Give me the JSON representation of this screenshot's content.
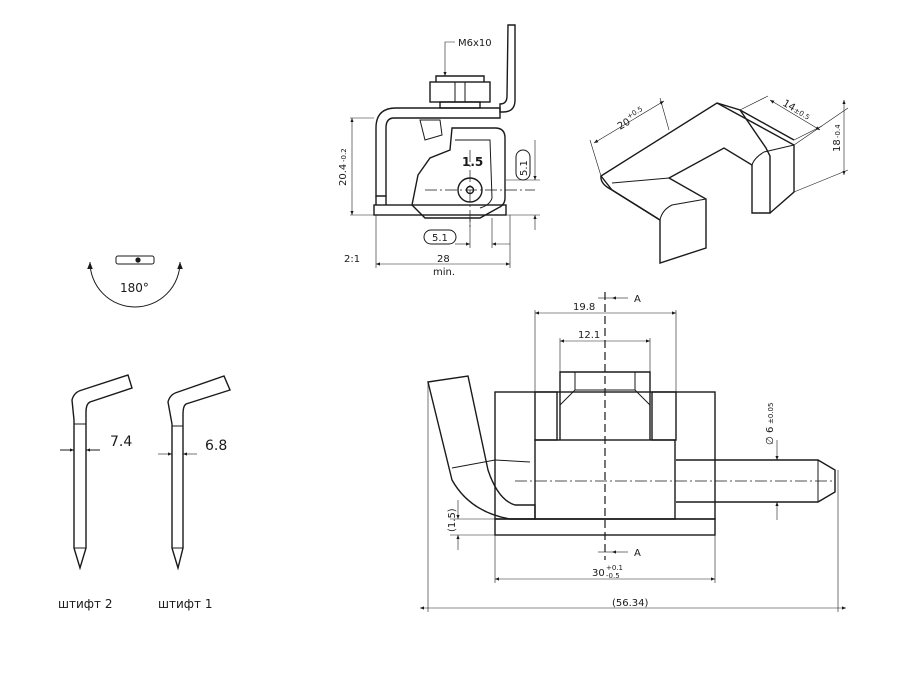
{
  "front_view": {
    "thread_label": "M6x10",
    "height_dim": "20.4",
    "height_tol": "-0.2",
    "thickness_label": "1.5",
    "right_dim": "5.1",
    "bottom_dim": "5.1",
    "width_dim": "28",
    "width_note": "min.",
    "scale": "2:1"
  },
  "iso_view": {
    "dim_20": "20",
    "dim_20_tol": "+0.5",
    "dim_14": "14",
    "dim_14_tol": "±0.5",
    "dim_18": "18",
    "dim_18_tol": "-0.4"
  },
  "rotation": {
    "angle_label": "180°"
  },
  "pins": {
    "pin2_dim": "7.4",
    "pin1_dim": "6.8",
    "pin2_label": "штифт 2",
    "pin1_label": "штифт 1"
  },
  "side_view": {
    "section_mark": "A",
    "dim_19_8": "19.8",
    "dim_12_1": "12.1",
    "dia_symbol": "∅",
    "dia_value": "6",
    "dia_tol": "±0.05",
    "dim_1_5": "(1.5)",
    "dim_30": "30",
    "dim_30_tol_upper": "+0.1",
    "dim_30_tol_lower": "-0.5",
    "overall_dim": "(56.34)"
  }
}
